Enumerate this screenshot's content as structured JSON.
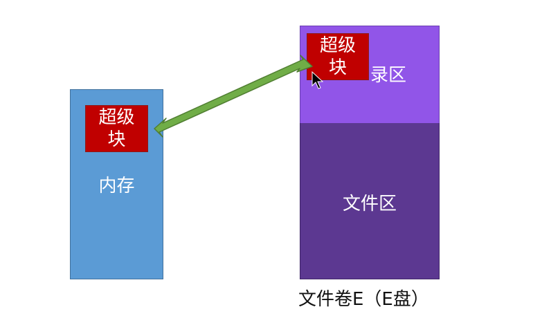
{
  "memory": {
    "label": "内存"
  },
  "superblock_memory": {
    "line1": "超级",
    "line2": "块"
  },
  "volume": {
    "directory_label": "录区",
    "file_label": "文件区",
    "caption": "文件卷E（E盘）"
  },
  "superblock_volume": {
    "line1": "超级",
    "line2": "块"
  },
  "colors": {
    "memory": "#5b9bd5",
    "superblock": "#c00000",
    "directory_area": "#9155e8",
    "file_area": "#5c3891",
    "arrow": "#70ad47"
  }
}
